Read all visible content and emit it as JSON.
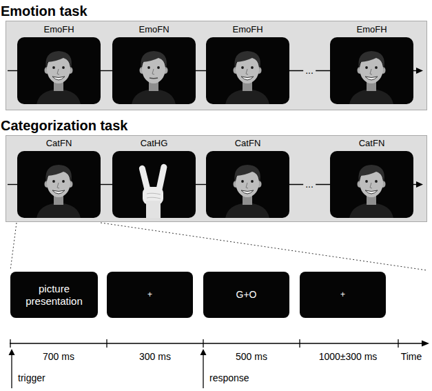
{
  "diagram": {
    "nodes": [
      {
        "text": [
          "Emotion task"
        ]
      },
      {
        "text": [
          "EmoFH"
        ],
        "in": 0
      },
      {
        "text": [
          "EmoFN"
        ],
        "in": 0
      },
      {
        "text": [
          "EmoFH"
        ],
        "in": 0
      },
      {
        "text": [
          "EmoFH"
        ],
        "in": 0
      },
      {
        "text": [
          "Categorization task"
        ]
      },
      {
        "text": [
          "CatFN"
        ],
        "in": 5
      },
      {
        "text": [
          "CatHG"
        ],
        "in": 5
      },
      {
        "text": [
          "CatFN"
        ],
        "in": 5
      },
      {
        "text": [
          "CatFN"
        ],
        "in": 5
      },
      {
        "text": [
          "picture presentation"
        ]
      },
      {
        "text": [
          "+"
        ]
      },
      {
        "text": [
          "G+O"
        ]
      },
      {
        "text": [
          "+"
        ]
      }
    ],
    "edges": [
      {
        "from": 1,
        "to": 2,
        "arrow": "none"
      },
      {
        "from": 2,
        "to": 3,
        "arrow": "none"
      },
      {
        "from": 3,
        "to": 4,
        "arrow": "none"
      },
      {
        "from": 6,
        "to": 7,
        "arrow": "none"
      },
      {
        "from": 7,
        "to": 8,
        "arrow": "none"
      },
      {
        "from": 8,
        "to": 9,
        "arrow": "none"
      }
    ],
    "labels": [
      "...",
      "...",
      "700 ms",
      "300 ms",
      "500 ms",
      "1000±300 ms",
      "Time",
      "trigger",
      "response"
    ]
  }
}
